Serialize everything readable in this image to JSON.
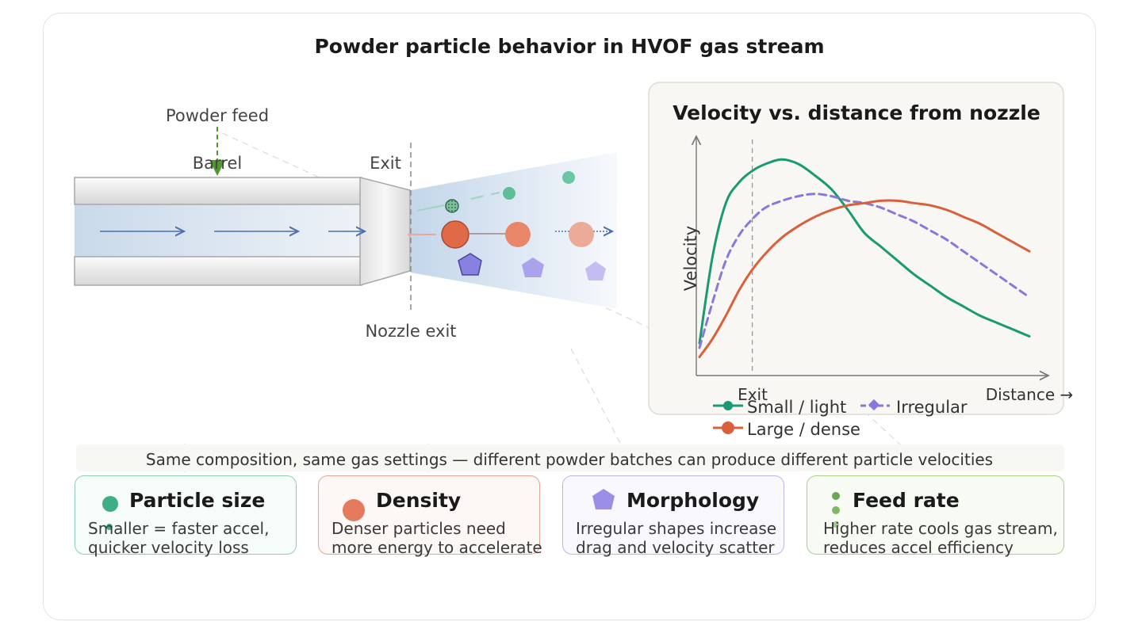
{
  "title": "Powder particle behavior in HVOF gas stream",
  "diagram": {
    "powder_feed": "Powder feed",
    "barrel": "Barrel",
    "exit": "Exit",
    "nozzle_exit": "Nozzle exit"
  },
  "chart_data": {
    "type": "line",
    "title": "Velocity vs. distance from nozzle",
    "ylabel": "Velocity",
    "xlabel": "Distance →",
    "exit_label": "Exit",
    "exit_x": 0.16,
    "xlim": [
      0,
      1
    ],
    "ylim": [
      0,
      1
    ],
    "legend_position": "bottom",
    "series": [
      {
        "name": "Small / light",
        "color": "#1a9a72",
        "style": "solid",
        "x": [
          0,
          0.04,
          0.08,
          0.12,
          0.16,
          0.2,
          0.25,
          0.3,
          0.35,
          0.4,
          0.45,
          0.5,
          0.55,
          0.6,
          0.65,
          0.7,
          0.75,
          0.8,
          0.85,
          0.9,
          0.95,
          1.0
        ],
        "y": [
          0.12,
          0.5,
          0.73,
          0.82,
          0.87,
          0.9,
          0.92,
          0.9,
          0.85,
          0.79,
          0.7,
          0.6,
          0.54,
          0.48,
          0.42,
          0.37,
          0.32,
          0.28,
          0.24,
          0.21,
          0.18,
          0.15
        ]
      },
      {
        "name": "Irregular",
        "color": "#8878dc",
        "style": "dashed",
        "x": [
          0,
          0.04,
          0.08,
          0.12,
          0.16,
          0.2,
          0.25,
          0.3,
          0.35,
          0.4,
          0.45,
          0.5,
          0.55,
          0.6,
          0.65,
          0.7,
          0.75,
          0.8,
          0.85,
          0.9,
          0.95,
          1.0
        ],
        "y": [
          0.1,
          0.3,
          0.48,
          0.59,
          0.66,
          0.71,
          0.74,
          0.76,
          0.77,
          0.76,
          0.74,
          0.73,
          0.71,
          0.68,
          0.65,
          0.61,
          0.57,
          0.52,
          0.47,
          0.42,
          0.37,
          0.32
        ]
      },
      {
        "name": "Large / dense",
        "color": "#d9603a",
        "style": "solid",
        "x": [
          0,
          0.04,
          0.08,
          0.12,
          0.16,
          0.2,
          0.25,
          0.3,
          0.35,
          0.4,
          0.45,
          0.5,
          0.55,
          0.6,
          0.65,
          0.7,
          0.75,
          0.8,
          0.85,
          0.9,
          0.95,
          1.0
        ],
        "y": [
          0.06,
          0.14,
          0.24,
          0.35,
          0.44,
          0.51,
          0.58,
          0.63,
          0.67,
          0.7,
          0.72,
          0.73,
          0.74,
          0.74,
          0.73,
          0.72,
          0.7,
          0.67,
          0.64,
          0.6,
          0.56,
          0.52
        ]
      }
    ]
  },
  "banner": "Same composition, same gas settings — different powder batches can produce different particle velocities",
  "cards": [
    {
      "title": "Particle size",
      "line1": "Smaller = faster accel,",
      "line2": "quicker velocity loss",
      "border": "#8fcdb4",
      "bg": "#f6fcf9",
      "accent": "#3fae84"
    },
    {
      "title": "Density",
      "line1": "Denser particles need",
      "line2": "more energy to accelerate",
      "border": "#e3a594",
      "bg": "#fdf7f5",
      "accent": "#e57b5d"
    },
    {
      "title": "Morphology",
      "line1": "Irregular shapes increase",
      "line2": "drag and velocity scatter",
      "border": "#bdb6ec",
      "bg": "#f9f8fe",
      "accent": "#9a8ee6"
    },
    {
      "title": "Feed rate",
      "line1": "Higher rate cools gas stream,",
      "line2": "reduces accel efficiency",
      "border": "#a9d08e",
      "bg": "#f7fbf3",
      "accent": "#6aa84f"
    }
  ],
  "colors": {
    "small": "#1a9a72",
    "dense": "#d9603a",
    "irregular": "#8878dc",
    "feed": "#4e9a2a",
    "flow_arrow": "#4a6fb0"
  }
}
